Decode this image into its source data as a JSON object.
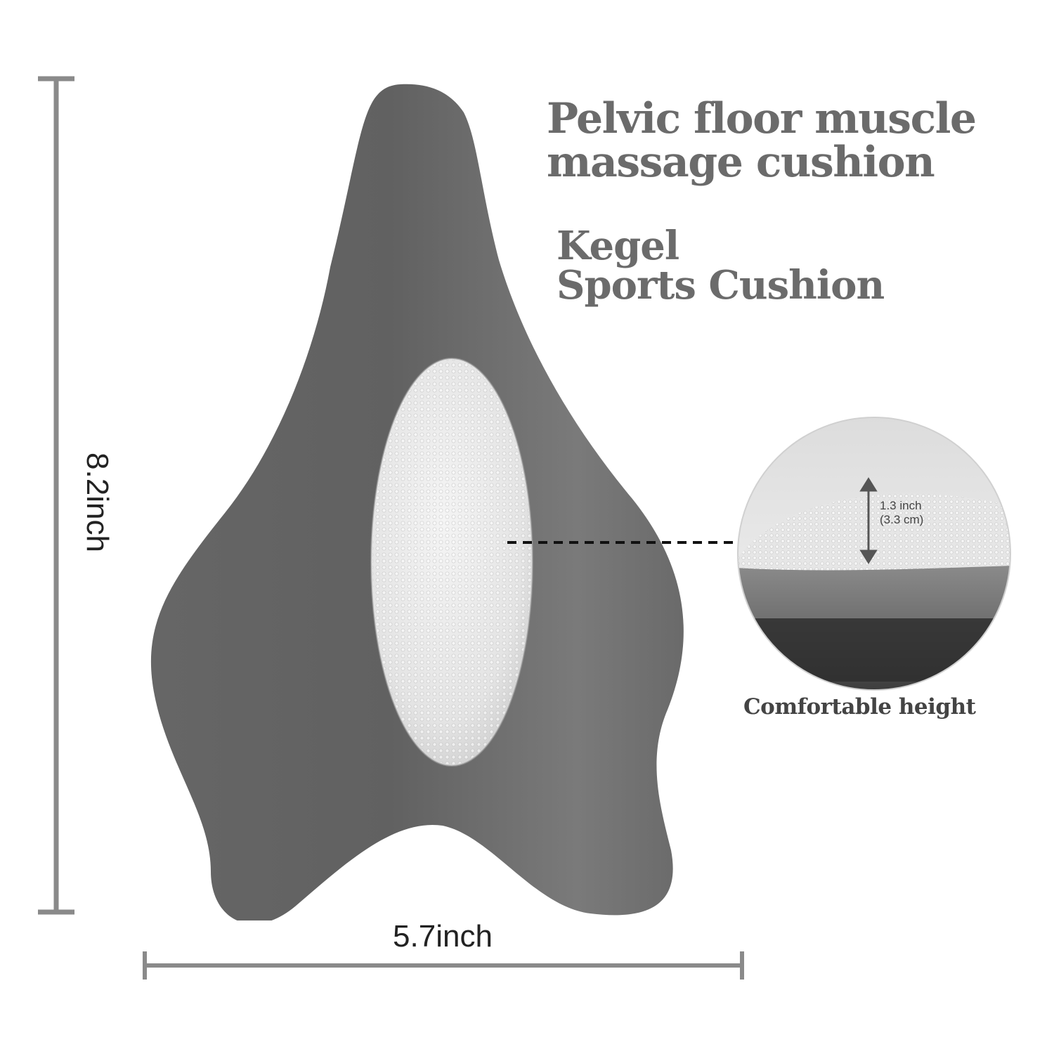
{
  "headline": {
    "line1": "Pelvic floor muscle",
    "line2": "massage cushion"
  },
  "subheadline": {
    "line1": "Kegel",
    "line2": "Sports Cushion"
  },
  "dimensions": {
    "height_label": "8.2inch",
    "width_label": "5.7inch"
  },
  "detail_inset": {
    "height_imperial": "1.3 inch",
    "height_metric": "(3.3 cm)",
    "caption": "Comfortable height"
  },
  "colors": {
    "cushion_body": "#5f5f5f",
    "massage_pad": "#e8e8e8",
    "text_heading": "#6b6b6b",
    "dimension_line": "#8a8a8a"
  }
}
